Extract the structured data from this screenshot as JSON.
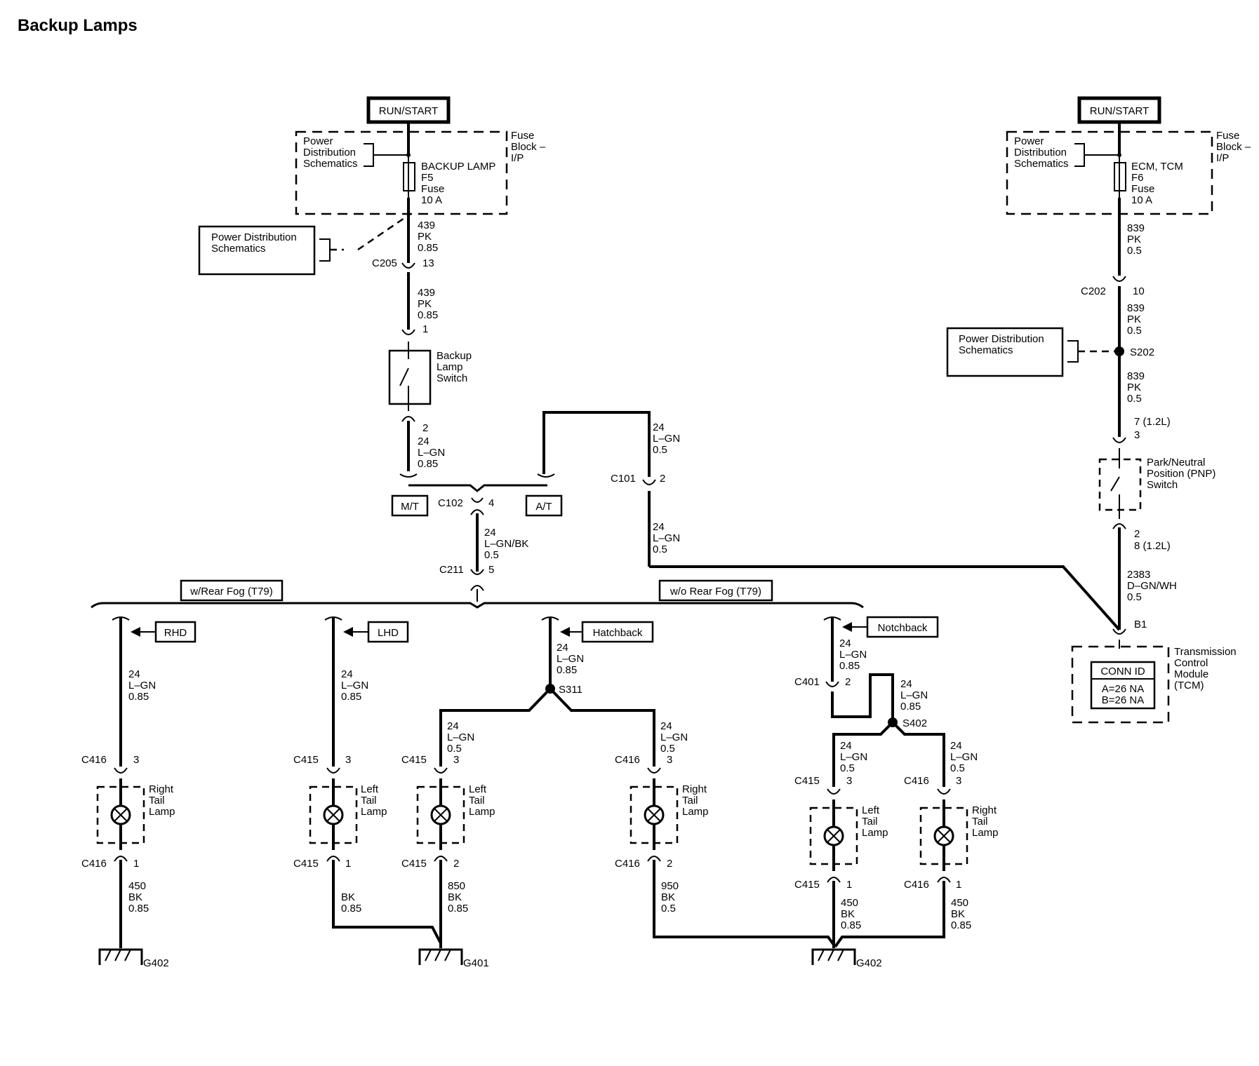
{
  "title": "Backup Lamps",
  "run_start": "RUN/START",
  "left_supply": {
    "pds": [
      "Power",
      "Distribution",
      "Schematics"
    ],
    "fuse_block": [
      "Fuse",
      "Block –",
      "I/P"
    ],
    "fuse": [
      "BACKUP LAMP",
      "F5",
      "Fuse",
      "10 A"
    ],
    "pds_box": [
      "Power Distribution",
      "Schematics"
    ],
    "wire_a": [
      "439",
      "PK",
      "0.85"
    ],
    "c205": "C205",
    "c205_pin": "13",
    "wire_b": [
      "439",
      "PK",
      "0.85"
    ],
    "sw_pin1": "1",
    "switch": [
      "Backup",
      "Lamp",
      "Switch"
    ],
    "sw_pin2": "2",
    "wire_c": [
      "24",
      "L–GN",
      "0.85"
    ]
  },
  "mt": "M/T",
  "at": "A/T",
  "c102": "C102",
  "c102_pin": "4",
  "wire_c102": [
    "24",
    "L–GN/BK",
    "0.5"
  ],
  "c211": "C211",
  "c211_pin": "5",
  "wire_at": [
    "24",
    "L–GN",
    "0.5"
  ],
  "c101": "C101",
  "c101_pin": "2",
  "wire_at2": [
    "24",
    "L–GN",
    "0.5"
  ],
  "with_fog": "w/Rear Fog (T79)",
  "without_fog": "w/o Rear Fog (T79)",
  "rhd": "RHD",
  "lhd": "LHD",
  "hatchback": "Hatchback",
  "notchback": "Notchback",
  "right_supply": {
    "pds": [
      "Power",
      "Distribution",
      "Schematics"
    ],
    "fuse_block": [
      "Fuse",
      "Block –",
      "I/P"
    ],
    "fuse": [
      "ECM, TCM",
      "F6",
      "Fuse",
      "10 A"
    ],
    "wire_a": [
      "839",
      "PK",
      "0.5"
    ],
    "c202": "C202",
    "c202_pin": "10",
    "wire_b": [
      "839",
      "PK",
      "0.5"
    ],
    "pds_box": [
      "Power Distribution",
      "Schematics"
    ],
    "s202": "S202",
    "wire_c": [
      "839",
      "PK",
      "0.5"
    ],
    "pnp_pin_top": [
      "7 (1.2L)",
      "3"
    ],
    "pnp": [
      "Park/Neutral",
      "Position (PNP)",
      "Switch"
    ],
    "pnp_pin_bot": [
      "2",
      "8 (1.2L)"
    ],
    "wire_d": [
      "2383",
      "D–GN/WH",
      "0.5"
    ],
    "b1": "B1",
    "tcm": [
      "Transmission",
      "Control",
      "Module",
      "(TCM)"
    ],
    "conn_id": "CONN ID",
    "conn_vals": [
      "A=26 NA",
      "B=26 NA"
    ]
  },
  "wire_24_lgn_085": [
    "24",
    "L–GN",
    "0.85"
  ],
  "wire_24_lgn_05": [
    "24",
    "L–GN",
    "0.5"
  ],
  "s311": "S311",
  "s402": "S402",
  "c401": "C401",
  "c401_pin": "2",
  "c415": "C415",
  "c416": "C416",
  "pin3": "3",
  "pin1": "1",
  "pin2": "2",
  "right_tail": [
    "Right",
    "Tail",
    "Lamp"
  ],
  "left_tail": [
    "Left",
    "Tail",
    "Lamp"
  ],
  "gnd_450": [
    "450",
    "BK",
    "0.85"
  ],
  "gnd_bk": [
    "BK",
    "0.85"
  ],
  "gnd_850": [
    "850",
    "BK",
    "0.85"
  ],
  "gnd_950": [
    "950",
    "BK",
    "0.5"
  ],
  "g401": "G401",
  "g402": "G402"
}
